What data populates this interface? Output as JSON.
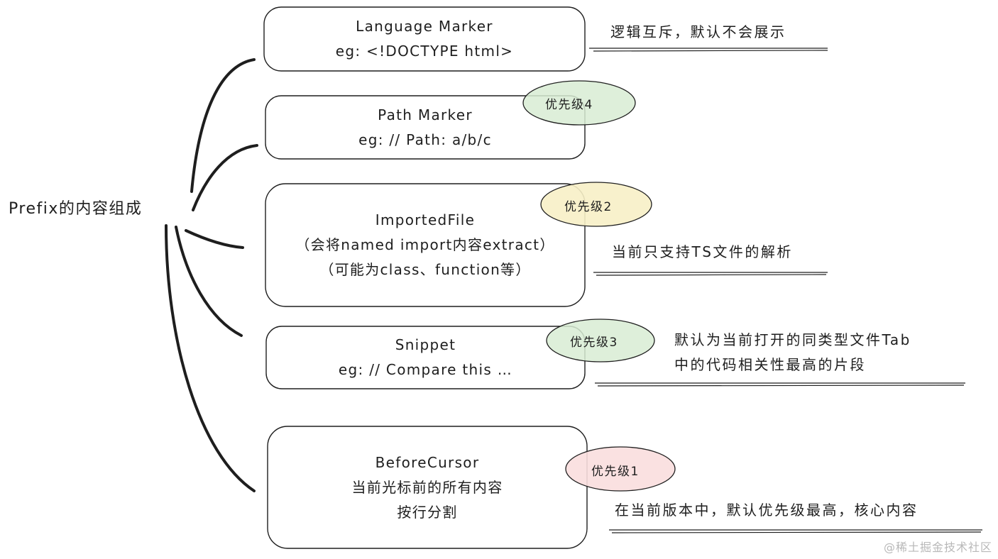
{
  "root": {
    "label": "Prefix的内容组成"
  },
  "nodes": [
    {
      "id": "language-marker",
      "lines": [
        "Language Marker",
        "eg: <!DOCTYPE html>"
      ]
    },
    {
      "id": "path-marker",
      "lines": [
        "Path Marker",
        "eg: // Path: a/b/c"
      ],
      "priority": "优先级4",
      "priority_color": "#d8ecd3"
    },
    {
      "id": "imported-file",
      "lines": [
        "ImportedFile",
        "（会将named import内容extract）",
        "（可能为class、function等）"
      ],
      "priority": "优先级2",
      "priority_color": "#f7efc6"
    },
    {
      "id": "snippet",
      "lines": [
        "Snippet",
        "eg: // Compare this …"
      ],
      "priority": "优先级3",
      "priority_color": "#d8ecd3"
    },
    {
      "id": "before-cursor",
      "lines": [
        "BeforeCursor",
        "当前光标前的所有内容",
        "按行分割"
      ],
      "priority": "优先级1",
      "priority_color": "#f9dede"
    }
  ],
  "notes": [
    {
      "for": "language-marker",
      "lines": [
        "逻辑互斥，默认不会展示"
      ]
    },
    {
      "for": "imported-file",
      "lines": [
        "当前只支持TS文件的解析"
      ]
    },
    {
      "for": "snippet",
      "lines": [
        "默认为当前打开的同类型文件Tab",
        "中的代码相关性最高的片段"
      ]
    },
    {
      "for": "before-cursor",
      "lines": [
        "在当前版本中，默认优先级最高，核心内容"
      ]
    }
  ],
  "watermark": "@稀土掘金技术社区"
}
